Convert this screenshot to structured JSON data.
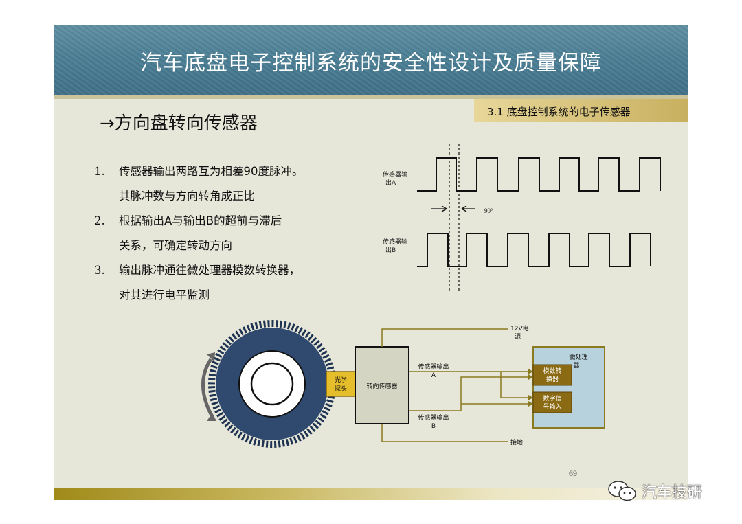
{
  "slide": {
    "title": "汽车底盘电子控制系统的安全性设计及质量保障",
    "section_tag": "3.1 底盘控制系统的电子传感器",
    "subtitle": "→方向盘转向传感器",
    "list": [
      {
        "num": "1.",
        "lines": [
          "传感器输出两路互为相差90度脉冲。",
          "其脉冲数与方向转角成正比"
        ]
      },
      {
        "num": "2.",
        "lines": [
          "根据输出A与输出B的超前与滞后",
          "关系，可确定转动方向"
        ]
      },
      {
        "num": "3.",
        "lines": [
          "输出脉冲通往微处理器模数转换器，",
          "对其进行电平监测"
        ]
      }
    ],
    "page_number": "69"
  },
  "waveform": {
    "label_a_line1": "传感器输",
    "label_a_line2": "出A",
    "label_b_line1": "传感器输",
    "label_b_line2": "出B",
    "phase_label": "90°"
  },
  "diagram": {
    "optical_probe_line1": "光学",
    "optical_probe_line2": "探头",
    "steering_sensor": "转向传感器",
    "power_line1": "12V电",
    "power_line2": "源",
    "output_a_line1": "传感器输出",
    "output_a_line2": "A",
    "output_b_line1": "传感器输出",
    "output_b_line2": "B",
    "ground": "接地",
    "mcu_line1": "微处理",
    "mcu_line2": "器",
    "adc_line1": "模数转",
    "adc_line2": "换器",
    "digital_line1": "数字信",
    "digital_line2": "号输入"
  },
  "watermark": {
    "text": "汽车技研",
    "icon": "wechat-icon"
  },
  "colors": {
    "header": "#4b7f95",
    "slide_bg": "#e6e6d9",
    "gear": "#2f4a6e",
    "chip": "#8a6a12",
    "mcu_bg": "#b7d1dd",
    "wire": "#8a7a20"
  }
}
